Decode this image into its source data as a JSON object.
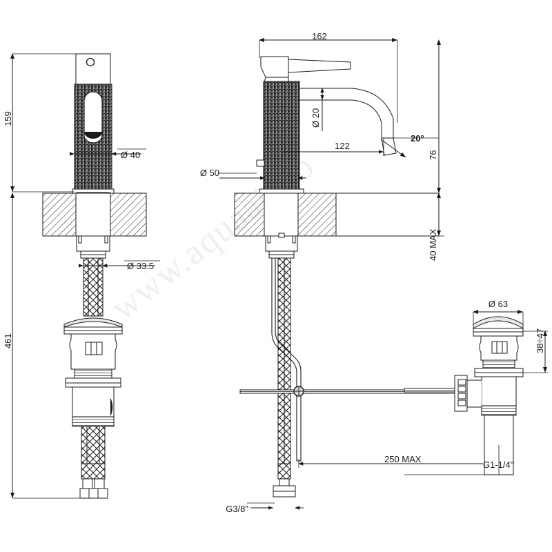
{
  "drawing": {
    "title": "Single lever basin mixer with pop-up waste — technical dimension drawing",
    "units": "mm",
    "watermark": "www.aquaair.ro",
    "line_color": "#1a1a1a",
    "hatch_color": "#1a1a1a",
    "knurl_color": "#222222",
    "background": "#ffffff"
  },
  "views": [
    {
      "name": "front-view",
      "label": ""
    },
    {
      "name": "side-view",
      "label": ""
    },
    {
      "name": "pop-up-waste-detail",
      "label": ""
    }
  ],
  "dimensions": {
    "front_height_above_deck": "159",
    "front_total_below": "461",
    "front_handle_diameter": "Ø 40",
    "front_hose_diameter": "Ø 33.5",
    "side_overall_reach": "162",
    "side_spout_diameter": "Ø 20",
    "side_spout_reach": "122",
    "side_spout_angle": "20°",
    "side_spout_height": "76",
    "side_base_diameter": "Ø 50",
    "side_deck_thickness": "40 MAX",
    "side_rod_length": "250 MAX",
    "side_inlet_thread": "G3/8\"",
    "waste_cap_diameter": "Ø 63",
    "waste_height_range": "38÷47",
    "waste_outlet_thread": "G1-1/4\""
  },
  "annotations": [
    {
      "name": "dim-159",
      "value": "159",
      "orientation": "vertical"
    },
    {
      "name": "dim-461",
      "value": "461",
      "orientation": "vertical"
    },
    {
      "name": "dim-d40",
      "value": "Ø 40",
      "orientation": "horizontal"
    },
    {
      "name": "dim-d33-5",
      "value": "Ø 33.5",
      "orientation": "horizontal"
    },
    {
      "name": "dim-162",
      "value": "162",
      "orientation": "horizontal"
    },
    {
      "name": "dim-d20",
      "value": "Ø 20",
      "orientation": "vertical"
    },
    {
      "name": "dim-122",
      "value": "122",
      "orientation": "horizontal"
    },
    {
      "name": "dim-20deg",
      "value": "20°",
      "orientation": "horizontal"
    },
    {
      "name": "dim-76",
      "value": "76",
      "orientation": "vertical"
    },
    {
      "name": "dim-d50",
      "value": "Ø 50",
      "orientation": "horizontal"
    },
    {
      "name": "dim-40-max",
      "value": "40 MAX",
      "orientation": "vertical"
    },
    {
      "name": "dim-250-max",
      "value": "250 MAX",
      "orientation": "horizontal"
    },
    {
      "name": "dim-g38",
      "value": "G3/8\"",
      "orientation": "horizontal"
    },
    {
      "name": "dim-d63",
      "value": "Ø 63",
      "orientation": "horizontal"
    },
    {
      "name": "dim-38-47",
      "value": "38÷47",
      "orientation": "vertical"
    },
    {
      "name": "dim-g1-14",
      "value": "G1-1/4\"",
      "orientation": "horizontal"
    }
  ]
}
